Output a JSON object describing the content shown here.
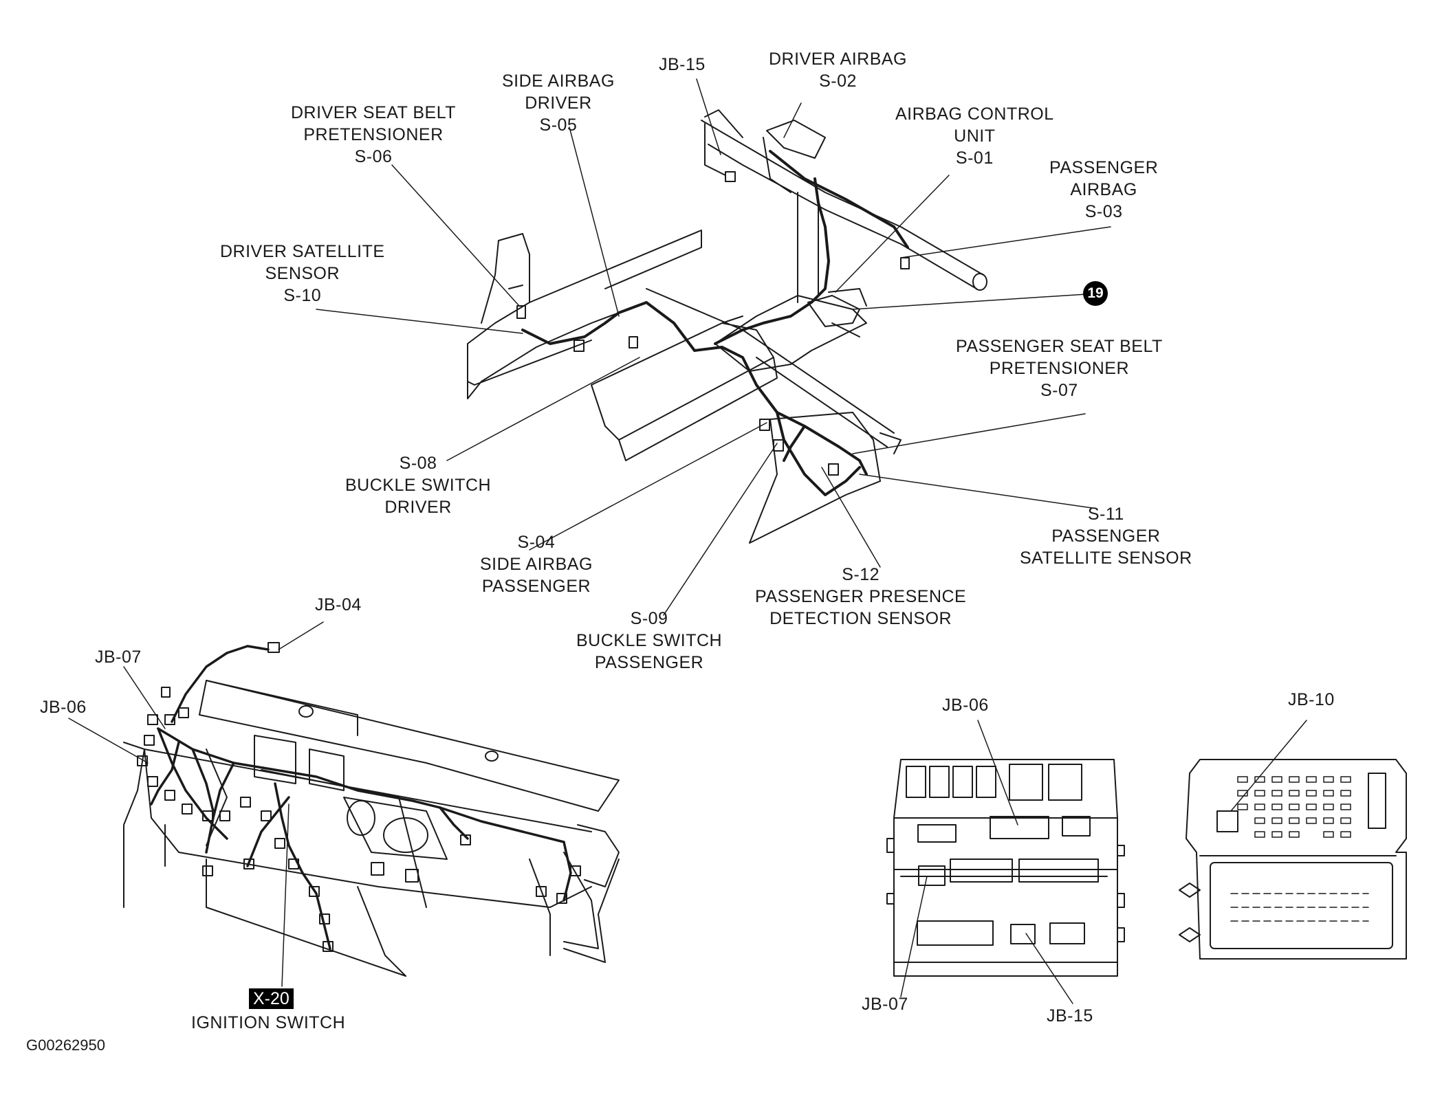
{
  "figure_id": "G00262950",
  "marker_19": "19",
  "labels": {
    "jb15_top": "JB-15",
    "driver_airbag": [
      "DRIVER AIRBAG",
      "S-02"
    ],
    "side_airbag_driver": [
      "SIDE AIRBAG",
      "DRIVER",
      "S-05"
    ],
    "driver_seat_belt": [
      "DRIVER SEAT BELT",
      "PRETENSIONER",
      "S-06"
    ],
    "airbag_control": [
      "AIRBAG CONTROL",
      "UNIT",
      "S-01"
    ],
    "passenger_airbag": [
      "PASSENGER",
      "AIRBAG",
      "S-03"
    ],
    "driver_satellite": [
      "DRIVER SATELLITE",
      "SENSOR",
      "S-10"
    ],
    "passenger_seat_belt": [
      "PASSENGER SEAT BELT",
      "PRETENSIONER",
      "S-07"
    ],
    "buckle_driver": [
      "S-08",
      "BUCKLE SWITCH",
      "DRIVER"
    ],
    "side_airbag_passenger": [
      "S-04",
      "SIDE AIRBAG",
      "PASSENGER"
    ],
    "passenger_satellite": [
      "S-11",
      "PASSENGER",
      "SATELLITE SENSOR"
    ],
    "passenger_presence": [
      "S-12",
      "PASSENGER PRESENCE",
      "DETECTION SENSOR"
    ],
    "buckle_passenger": [
      "S-09",
      "BUCKLE SWITCH",
      "PASSENGER"
    ],
    "jb04": "JB-04",
    "jb07_left": "JB-07",
    "jb06_left": "JB-06",
    "x20": "X-20",
    "ignition": "IGNITION SWITCH",
    "jb06_box": "JB-06",
    "jb10_box": "JB-10",
    "jb07_box": "JB-07",
    "jb15_box": "JB-15"
  }
}
